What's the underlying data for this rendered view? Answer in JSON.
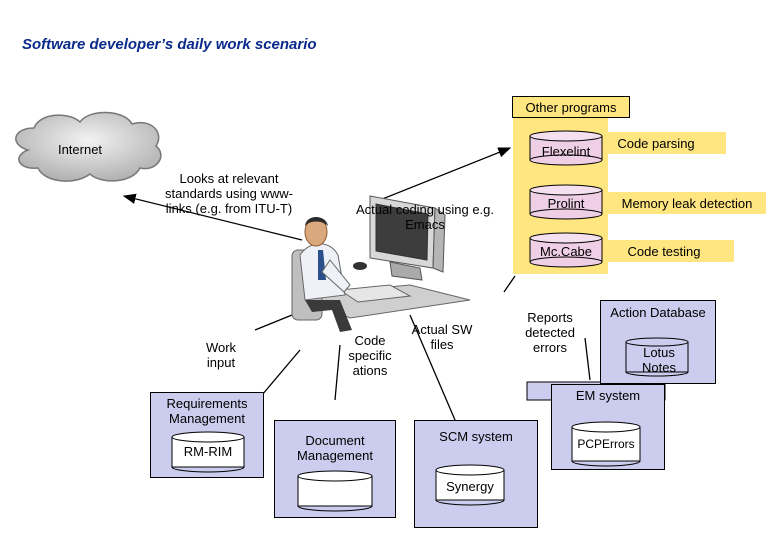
{
  "title": "Software developer’s daily work scenario",
  "internet": {
    "label": "Internet"
  },
  "notes": {
    "looks_at": "Looks at relevant standards using www-links (e.g. from ITU-T)",
    "actual_coding": "Actual coding using e.g. Emacs",
    "work_input": "Work input",
    "code_specifications": "Code specific ations",
    "actual_sw_files": "Actual SW files",
    "reports": "Reports detected errors"
  },
  "other_programs": {
    "label": "Other programs",
    "tools": [
      {
        "name": "Flexelint",
        "desc": "Code parsing"
      },
      {
        "name": "Prolint",
        "desc": "Memory leak detection"
      },
      {
        "name": "Mc.Cabe",
        "desc": "Code testing"
      }
    ]
  },
  "em_system": {
    "label": "EM system",
    "action_db": "Action Database",
    "lotus_notes": "Lotus Notes",
    "pcp_errors": "PCPErrors"
  },
  "requirements": {
    "label": "Requirements Management",
    "db": "RM-RIM"
  },
  "document_mgmt": {
    "label": "Document Management"
  },
  "scm": {
    "label": "SCM system",
    "db": "Synergy"
  },
  "colors": {
    "title": "#0a2a8c",
    "yellow": "#ffe680",
    "lavender": "#ccccee",
    "cylinder": "#eecfe6",
    "cloud": "#d0d0d0"
  }
}
